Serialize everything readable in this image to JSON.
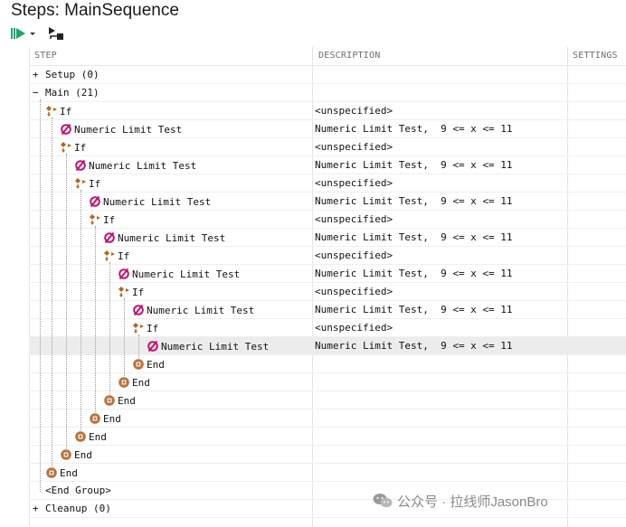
{
  "title": "Steps: MainSequence",
  "toolbar": {
    "run_icon": "run-icon",
    "dropdown_icon": "chevron-down-icon",
    "step_icon": "step-into-icon"
  },
  "columns": {
    "step": "STEP",
    "description": "DESCRIPTION",
    "settings": "SETTINGS"
  },
  "colors": {
    "if_icon": "#b5651d",
    "numeric_icon": "#c0146e",
    "end_icon": "#b8733b",
    "selected_row": "#ececec"
  },
  "rows": [
    {
      "expander": "+",
      "label": "Setup (0)",
      "desc": "",
      "icon": "",
      "depth": 0
    },
    {
      "expander": "−",
      "label": "Main (21)",
      "desc": "",
      "icon": "",
      "depth": 0
    },
    {
      "expander": "",
      "label": "If",
      "desc": "<unspecified>",
      "icon": "if-icon",
      "depth": 1
    },
    {
      "expander": "",
      "label": "Numeric Limit Test",
      "desc": "Numeric Limit Test,  9 <= x <= 11",
      "icon": "numeric-limit-icon",
      "depth": 2
    },
    {
      "expander": "",
      "label": "If",
      "desc": "<unspecified>",
      "icon": "if-icon",
      "depth": 2
    },
    {
      "expander": "",
      "label": "Numeric Limit Test",
      "desc": "Numeric Limit Test,  9 <= x <= 11",
      "icon": "numeric-limit-icon",
      "depth": 3
    },
    {
      "expander": "",
      "label": "If",
      "desc": "<unspecified>",
      "icon": "if-icon",
      "depth": 3
    },
    {
      "expander": "",
      "label": "Numeric Limit Test",
      "desc": "Numeric Limit Test,  9 <= x <= 11",
      "icon": "numeric-limit-icon",
      "depth": 4
    },
    {
      "expander": "",
      "label": "If",
      "desc": "<unspecified>",
      "icon": "if-icon",
      "depth": 4
    },
    {
      "expander": "",
      "label": "Numeric Limit Test",
      "desc": "Numeric Limit Test,  9 <= x <= 11",
      "icon": "numeric-limit-icon",
      "depth": 5
    },
    {
      "expander": "",
      "label": "If",
      "desc": "<unspecified>",
      "icon": "if-icon",
      "depth": 5
    },
    {
      "expander": "",
      "label": "Numeric Limit Test",
      "desc": "Numeric Limit Test,  9 <= x <= 11",
      "icon": "numeric-limit-icon",
      "depth": 6
    },
    {
      "expander": "",
      "label": "If",
      "desc": "<unspecified>",
      "icon": "if-icon",
      "depth": 6
    },
    {
      "expander": "",
      "label": "Numeric Limit Test",
      "desc": "Numeric Limit Test,  9 <= x <= 11",
      "icon": "numeric-limit-icon",
      "depth": 7
    },
    {
      "expander": "",
      "label": "If",
      "desc": "<unspecified>",
      "icon": "if-icon",
      "depth": 7
    },
    {
      "expander": "",
      "label": "Numeric Limit Test",
      "desc": "Numeric Limit Test,  9 <= x <= 11",
      "icon": "numeric-limit-icon",
      "depth": 8,
      "selected": true
    },
    {
      "expander": "",
      "label": "End",
      "desc": "",
      "icon": "end-icon",
      "depth": 7
    },
    {
      "expander": "",
      "label": "End",
      "desc": "",
      "icon": "end-icon",
      "depth": 6
    },
    {
      "expander": "",
      "label": "End",
      "desc": "",
      "icon": "end-icon",
      "depth": 5
    },
    {
      "expander": "",
      "label": "End",
      "desc": "",
      "icon": "end-icon",
      "depth": 4
    },
    {
      "expander": "",
      "label": "End",
      "desc": "",
      "icon": "end-icon",
      "depth": 3
    },
    {
      "expander": "",
      "label": "End",
      "desc": "",
      "icon": "end-icon",
      "depth": 2
    },
    {
      "expander": "",
      "label": "End",
      "desc": "",
      "icon": "end-icon",
      "depth": 1
    },
    {
      "expander": "",
      "label": "<End Group>",
      "desc": "",
      "icon": "",
      "depth": 1
    },
    {
      "expander": "+",
      "label": "Cleanup (0)",
      "desc": "",
      "icon": "",
      "depth": 0
    }
  ],
  "watermark": {
    "icon": "wechat-icon",
    "text": "公众号 · 拉线师JasonBro"
  }
}
